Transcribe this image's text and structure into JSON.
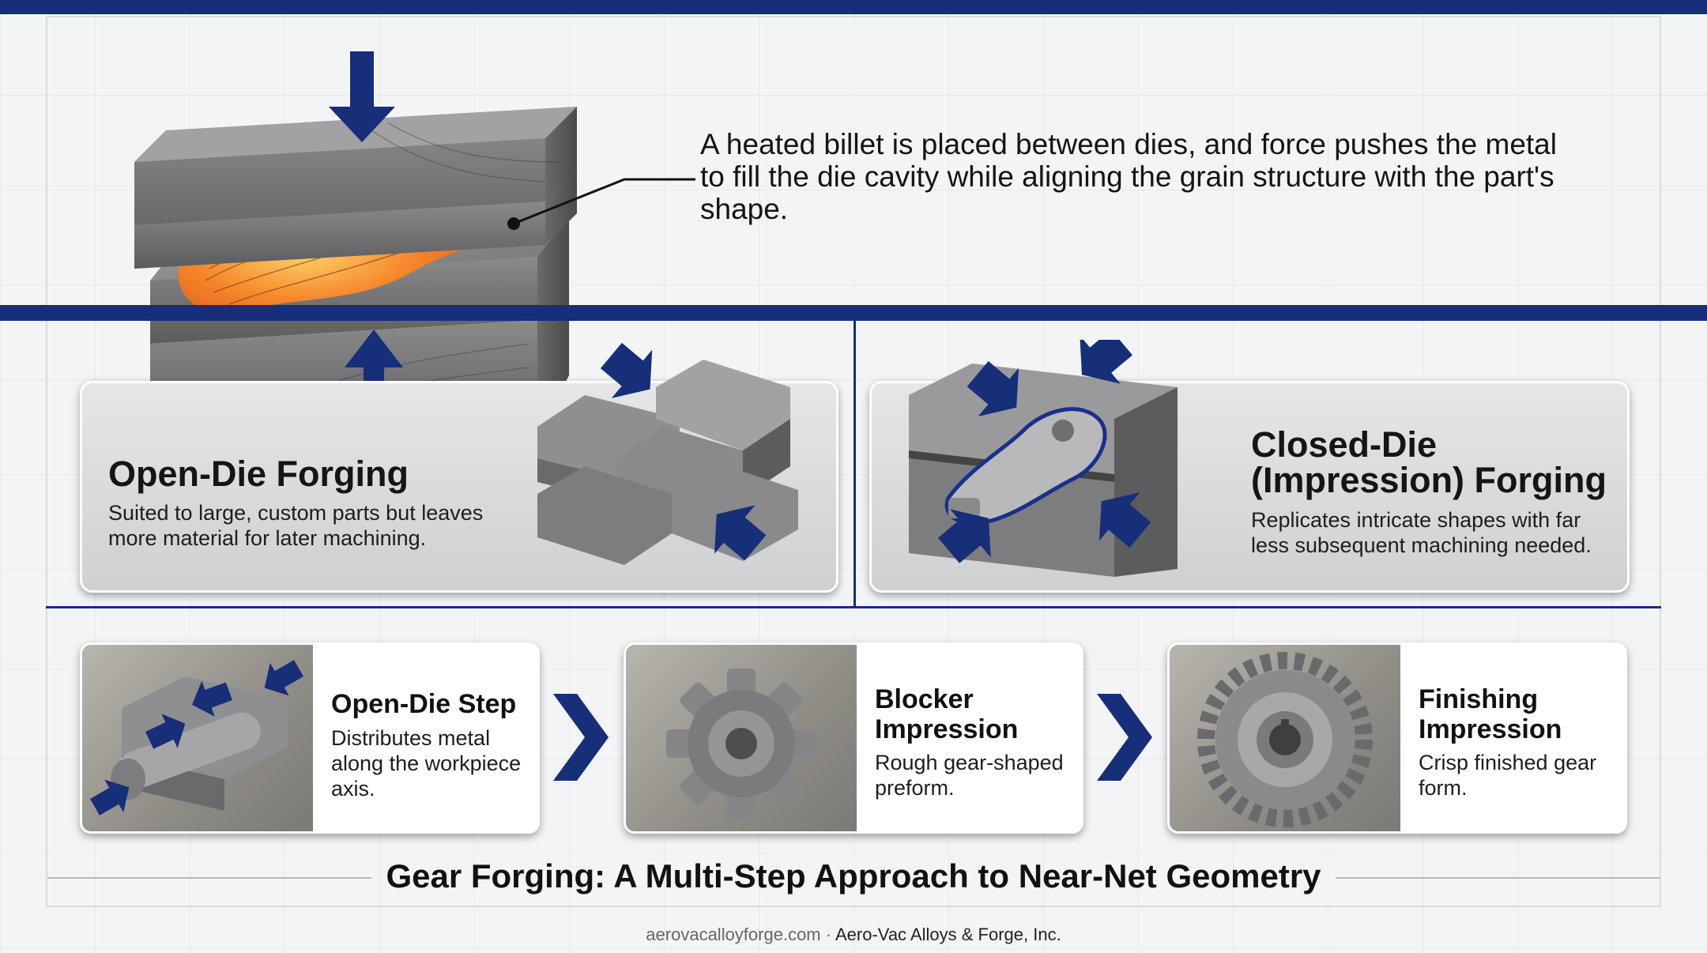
{
  "intro_text": "A heated billet is placed between dies, and force pushes the metal to fill the die cavity while aligning the grain structure with the part's shape.",
  "open_die": {
    "title": "Open-Die Forging",
    "description": "Suited to large, custom parts but leaves more material for later machining."
  },
  "closed_die": {
    "title_line1": "Closed-Die",
    "title_line2": "(Impression) Forging",
    "description": "Replicates intricate shapes with far less subsequent machining needed."
  },
  "steps": [
    {
      "title": "Open-Die Step",
      "description": "Distributes metal along the workpiece axis."
    },
    {
      "title": "Blocker Impression",
      "description": "Rough gear-shaped preform."
    },
    {
      "title": "Finishing Impression",
      "description": "Crisp finished gear form."
    }
  ],
  "footer_title": "Gear Forging: A Multi-Step Approach to Near-Net Geometry",
  "credit": {
    "site": "aerovacalloyforge.com",
    "separator": " · ",
    "company": "Aero-Vac Alloys & Forge, Inc."
  },
  "colors": {
    "brand_navy": "#172e78",
    "hot_metal": "#f07020",
    "steel": "#8d8d8f"
  }
}
